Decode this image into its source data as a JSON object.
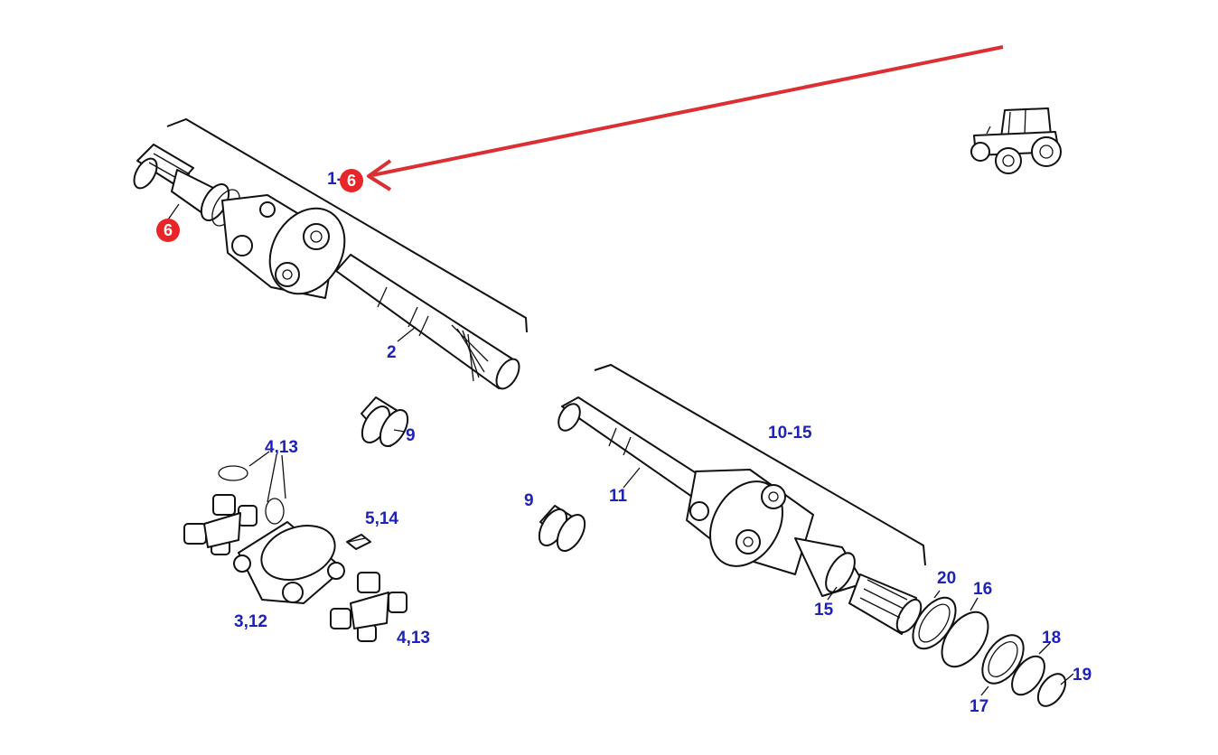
{
  "callouts": {
    "assembly_1": "1-6",
    "assembly_2": "10-15",
    "shaft_2": "2",
    "bearing_9_upper": "9",
    "bearing_9_lower": "9",
    "shaft_11": "11",
    "spider_4_13_top": "4,13",
    "grease_5_14": "5,14",
    "yoke_3_12": "3,12",
    "spider_4_13_bottom": "4,13",
    "boot_15": "15",
    "ring_20": "20",
    "ring_16": "16",
    "ring_18": "18",
    "ring_19": "19",
    "ring_17": "17"
  },
  "highlight": {
    "badge_main": "6",
    "badge_spline": "6",
    "color": "#e8262a",
    "arrow_color": "#dc2f33"
  },
  "label_color": "#1f22b8"
}
